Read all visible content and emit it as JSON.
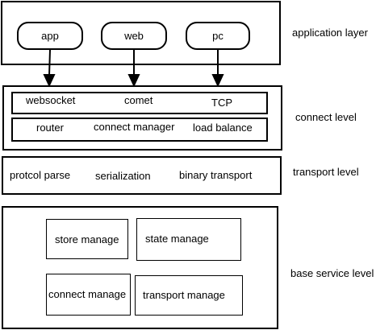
{
  "application_layer": {
    "label": "application layer",
    "clients": [
      "app",
      "web",
      "pc"
    ]
  },
  "connect_level": {
    "label": "connect level",
    "row1": [
      "websocket",
      "comet",
      "TCP"
    ],
    "row2": [
      "router",
      "connect manager",
      "load balance"
    ]
  },
  "transport_level": {
    "label": "transport level",
    "items": [
      "protcol parse",
      "serialization",
      "binary transport"
    ]
  },
  "base_service_level": {
    "label": "base service level",
    "items": [
      "store manage",
      "state manage",
      "connect manage",
      "transport manage"
    ]
  }
}
